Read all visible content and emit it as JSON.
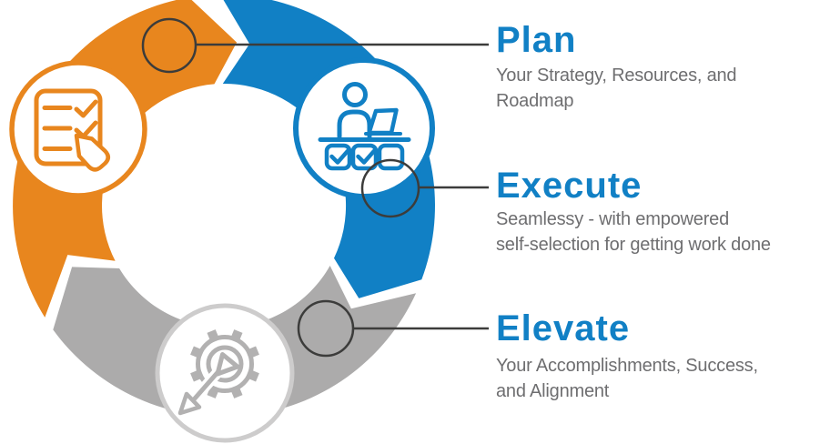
{
  "colors": {
    "orange": "#E8861E",
    "blue": "#1180C5",
    "gray": "#ACABAB",
    "grayCircleBorder": "#CDCCCC",
    "grayIcon": "#B2B1B1",
    "connector": "#3C3C3B",
    "headingBlue": "#1180C5",
    "textGray": "#6E6E70",
    "background": "#FFFFFF"
  },
  "steps": [
    {
      "id": "plan",
      "title": "Plan",
      "description": "Your Strategy, Resources, and\nRoadmap",
      "icon": "checklist-pencil-icon",
      "segment_color_name": "orange"
    },
    {
      "id": "execute",
      "title": "Execute",
      "description": "Seamlessy - with empowered\nself-selection for getting work done",
      "icon": "person-at-desk-icon",
      "segment_color_name": "blue"
    },
    {
      "id": "elevate",
      "title": "Elevate",
      "description": "Your Accomplishments, Success,\nand Alignment",
      "icon": "gear-target-arrow-icon",
      "segment_color_name": "gray"
    }
  ]
}
